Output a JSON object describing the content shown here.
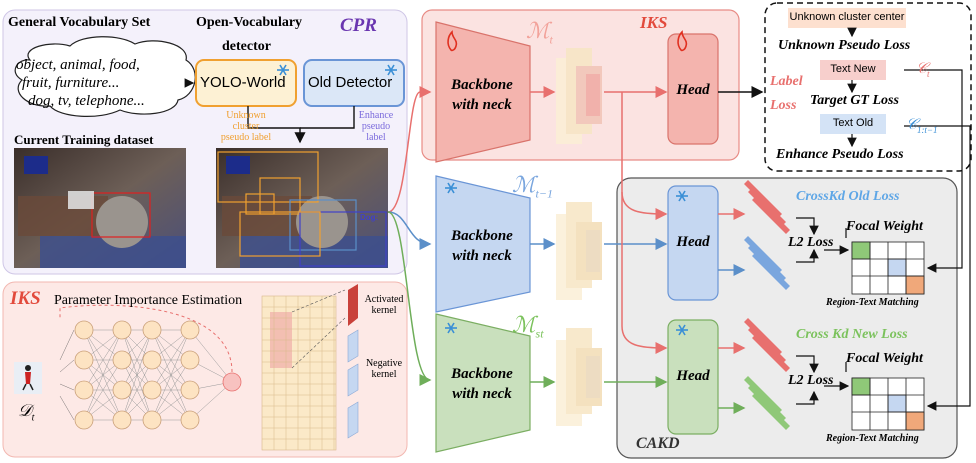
{
  "cpr": {
    "tag": "CPR",
    "vocab_title": "General Vocabulary Set",
    "vocab_line1": "object, animal, food,",
    "vocab_line2": "fruit, furniture...",
    "vocab_line3": "dog, tv, telephone...",
    "detector_title_1": "Open-Vocabulary",
    "detector_title_2": "detector",
    "yolo_label": "YOLO-World",
    "old_detector_label": "Old Detector",
    "unknown_note_1": "Unknown",
    "unknown_note_2": "cluster",
    "unknown_note_3": "pseudo label",
    "enhance_note_1": "Enhance",
    "enhance_note_2": "pseudo",
    "enhance_note_3": "label",
    "dataset_title": "Current Training dataset",
    "dog_tag": "Dog:"
  },
  "iks_panel": {
    "tag": "IKS",
    "title": "Parameter Importance Estimation",
    "activated_1": "Activated",
    "activated_2": "kernel",
    "negative_1": "Negative",
    "negative_2": "kernel",
    "data_symbol": "𝒟",
    "data_sub": "t"
  },
  "models": {
    "iks_tag": "IKS",
    "mt": "ℳ",
    "mt_sub": "t",
    "mt1": "ℳ",
    "mt1_sub": "t−1",
    "mst": "ℳ",
    "mst_sub": "st",
    "backbone_1": "Backbone",
    "backbone_2": "with neck",
    "head": "Head"
  },
  "losses": {
    "unknown_center": "Unknown cluster center",
    "unknown_loss": "Unknown Pseudo Loss",
    "label_loss_1": "Label",
    "label_loss_2": "Loss",
    "text_new": "Text New",
    "ct": "𝒞",
    "ct_sub": "t",
    "target_loss": "Target GT Loss",
    "text_old": "Text Old",
    "c_old": "𝒞",
    "c_old_sub": "1:t−1",
    "enhance_loss": "Enhance Pseudo Loss"
  },
  "cakd": {
    "tag": "CAKD",
    "old_loss": "CrossKd Old Loss",
    "new_loss": "Cross Kd New Loss",
    "l2": "L2 Loss",
    "focal": "Focal Weight",
    "matching": "Region-Text Matching"
  },
  "colors": {
    "red": "#e8706e",
    "blue": "#5b8fc9",
    "green": "#6fae5a",
    "purple": "#6a36b0",
    "orange": "#f0a030"
  }
}
